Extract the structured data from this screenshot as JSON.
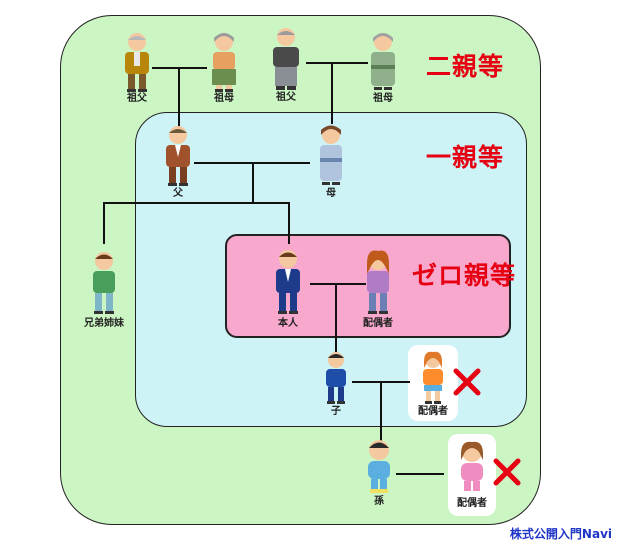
{
  "degrees": {
    "second": "二親等",
    "first": "一親等",
    "zero": "ゼロ親等"
  },
  "people": {
    "gf_paternal": "祖父",
    "gm_paternal": "祖母",
    "gf_maternal": "祖父",
    "gm_maternal": "祖母",
    "father": "父",
    "mother": "母",
    "sibling": "兄弟姉妹",
    "self": "本人",
    "spouse": "配偶者",
    "child": "子",
    "child_spouse": "配偶者",
    "grandchild": "孫",
    "grandchild_spouse": "配偶者"
  },
  "footer": "株式公開入門Navi",
  "colors": {
    "second_zone": "#ccf5c4",
    "first_zone": "#cdf3f7",
    "zero_zone": "#f7a8cc",
    "degree_text": "#e60012",
    "exclude_mark": "#e60012",
    "footer_text": "#1f35c8"
  },
  "icons": {
    "exclude": "x-mark-icon"
  }
}
